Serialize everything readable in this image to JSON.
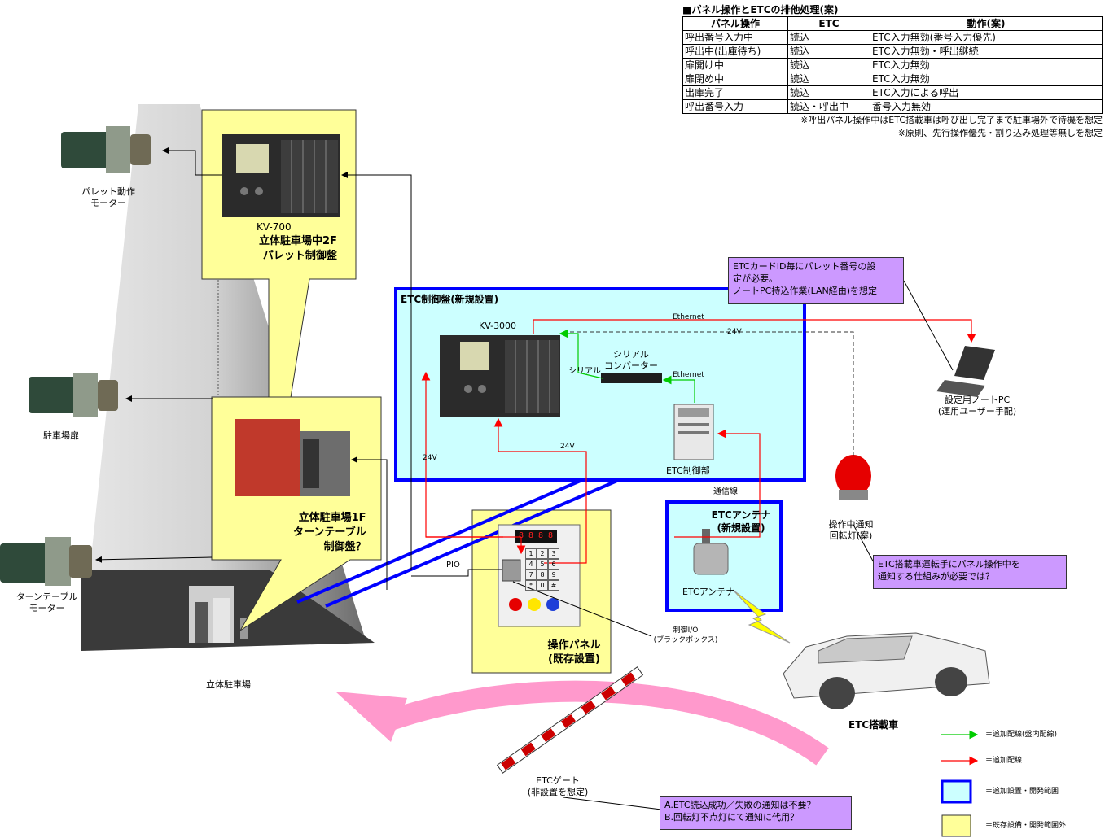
{
  "table": {
    "title": "■パネル操作とETCの排他処理(案)",
    "headers": [
      "パネル操作",
      "ETC",
      "動作(案)"
    ],
    "rows": [
      [
        "呼出番号入力中",
        "読込",
        "ETC入力無効(番号入力優先)"
      ],
      [
        "呼出中(出庫待ち)",
        "読込",
        "ETC入力無効・呼出継続"
      ],
      [
        "扉開け中",
        "読込",
        "ETC入力無効"
      ],
      [
        "扉閉め中",
        "読込",
        "ETC入力無効"
      ],
      [
        "出庫完了",
        "読込",
        "ETC入力による呼出"
      ],
      [
        "呼出番号入力",
        "読込・呼出中",
        "番号入力無効"
      ]
    ],
    "footnotes": [
      "※呼出パネル操作中はETC搭載車は呼び出し完了まで駐車場外で待機を想定",
      "※原則、先行操作優先・割り込み処理等無しを想定"
    ]
  },
  "labels": {
    "pallet_motor": [
      "パレット動作",
      "モーター"
    ],
    "door": "駐車場扉",
    "turntable_motor": [
      "ターンテーブル",
      "モーター"
    ],
    "parking": "立体駐車場",
    "kv700": "KV-700",
    "pallet_panel": [
      "立体駐車場中2F",
      "パレット制御盤"
    ],
    "turntable_panel": [
      "立体駐車場1F",
      "ターンテーブル",
      "制御盤？"
    ],
    "etc_panel_title": "ETC制御盤(新規設置)",
    "kv3000": "KV-3000",
    "serial_converter": [
      "シリアル",
      "コンバーター"
    ],
    "serial": "シリアル",
    "ethernet1": "Ethernet",
    "ethernet2": "Ethernet",
    "v24_top": "24V",
    "v24_left": "24V",
    "v24_mid": "24V",
    "etc_ctrl": "ETC制御部",
    "comm_line": "通信線",
    "antenna_title": [
      "ETCアンテナ",
      "(新規設置)"
    ],
    "antenna": "ETCアンテナ",
    "op_panel": [
      "操作パネル",
      "(既存設置)"
    ],
    "pio": "PIO",
    "blackbox": [
      "制御I/O",
      "(ブラックボックス)"
    ],
    "notebook": [
      "設定用ノートPC",
      "(運用ユーザー手配)"
    ],
    "rotating_lamp": [
      "操作中通知",
      "回転灯(案)"
    ],
    "etc_car": "ETC搭載車",
    "etc_gate": [
      "ETCゲート",
      "(非設置を想定)"
    ],
    "panel_digits": [
      "8",
      "8",
      "8",
      "8"
    ],
    "keypad": [
      "1",
      "2",
      "3",
      "4",
      "5",
      "6",
      "7",
      "8",
      "9",
      "*",
      "0",
      "#"
    ]
  },
  "notes": {
    "etc_card": [
      "ETCカードID毎にパレット番号の設",
      "定が必要。",
      "ノートPC持込作業(LAN経由)を想定"
    ],
    "driver_notice": [
      "ETC搭載車運転手にパネル操作中を",
      "通知する仕組みが必要では？"
    ],
    "gate_notice": [
      "A.ETC読込成功／失敗の通知は不要？",
      "B.回転灯不点灯にて通知に代用？"
    ]
  },
  "legend": [
    {
      "label": "＝追加配線(盤内配線)",
      "color": "#00cc00"
    },
    {
      "label": "＝追加配線",
      "color": "#ff0000"
    },
    {
      "label": "＝追加設置・開発範囲",
      "color": "#ccffff"
    },
    {
      "label": "＝既存設備・開発範囲外",
      "color": "#ffff99"
    }
  ],
  "colors": {
    "existing": "#ffff99",
    "new_scope": "#ccffff",
    "scope_border": "#0000ff",
    "note": "#cc99ff",
    "green_wire": "#00cc00",
    "red_wire": "#ff0000",
    "arrow_pink": "#ff99cc"
  }
}
